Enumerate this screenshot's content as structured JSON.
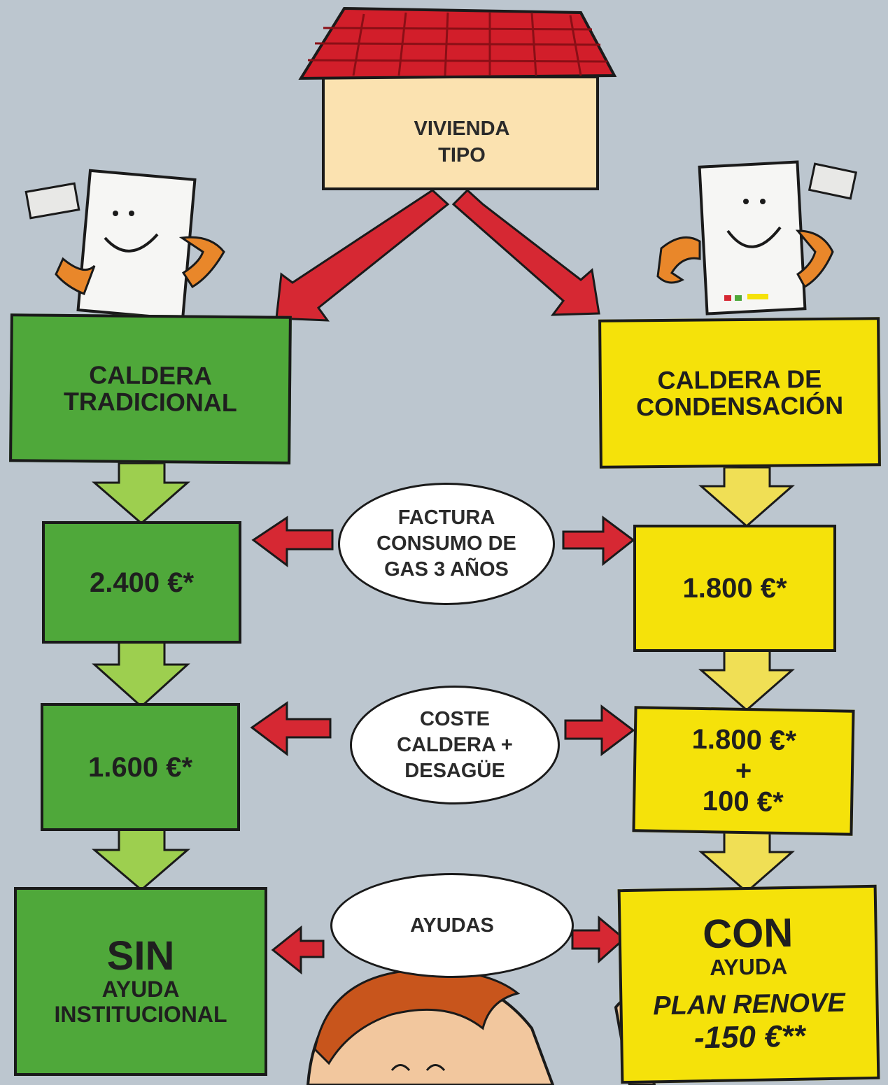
{
  "colors": {
    "background": "#bcc6cf",
    "traditional_box": "#4fa83a",
    "condensing_box": "#f5e20a",
    "traditional_down_arrow": "#9dcf4f",
    "condensing_down_arrow": "#f0df55",
    "red_arrow": "#d62833",
    "roof": "#d21e2a",
    "house_wall": "#fbe2b0"
  },
  "house": {
    "line1": "VIVIENDA",
    "line2": "TIPO"
  },
  "traditional": {
    "title1": "CALDERA",
    "title2": "TRADICIONAL",
    "gas_cost": "2.400  €*",
    "boiler_cost": "1.600 €*",
    "aid_big": "SIN",
    "aid_line2": "AYUDA",
    "aid_line3": "INSTITUCIONAL"
  },
  "condensing": {
    "title1": "CALDERA DE",
    "title2": "CONDENSACIÓN",
    "gas_cost": "1.800  €*",
    "boiler_cost1": "1.800 €*",
    "boiler_plus": "+",
    "boiler_cost2": "100 €*",
    "aid_big": "CON",
    "aid_line2": "AYUDA",
    "aid_plan": "PLAN RENOVE",
    "aid_amount": "-150 €**"
  },
  "ovals": {
    "gas": {
      "line1": "FACTURA",
      "line2": "CONSUMO DE",
      "line3": "GAS 3 AÑOS"
    },
    "cost": {
      "line1": "COSTE",
      "line2": "CALDERA +",
      "line3": "DESAGÜE"
    },
    "aid": {
      "line1": "AYUDAS"
    }
  },
  "icons": [
    "house-icon",
    "traditional-boiler-character-icon",
    "condensing-boiler-character-icon",
    "pointing-person-icon"
  ]
}
